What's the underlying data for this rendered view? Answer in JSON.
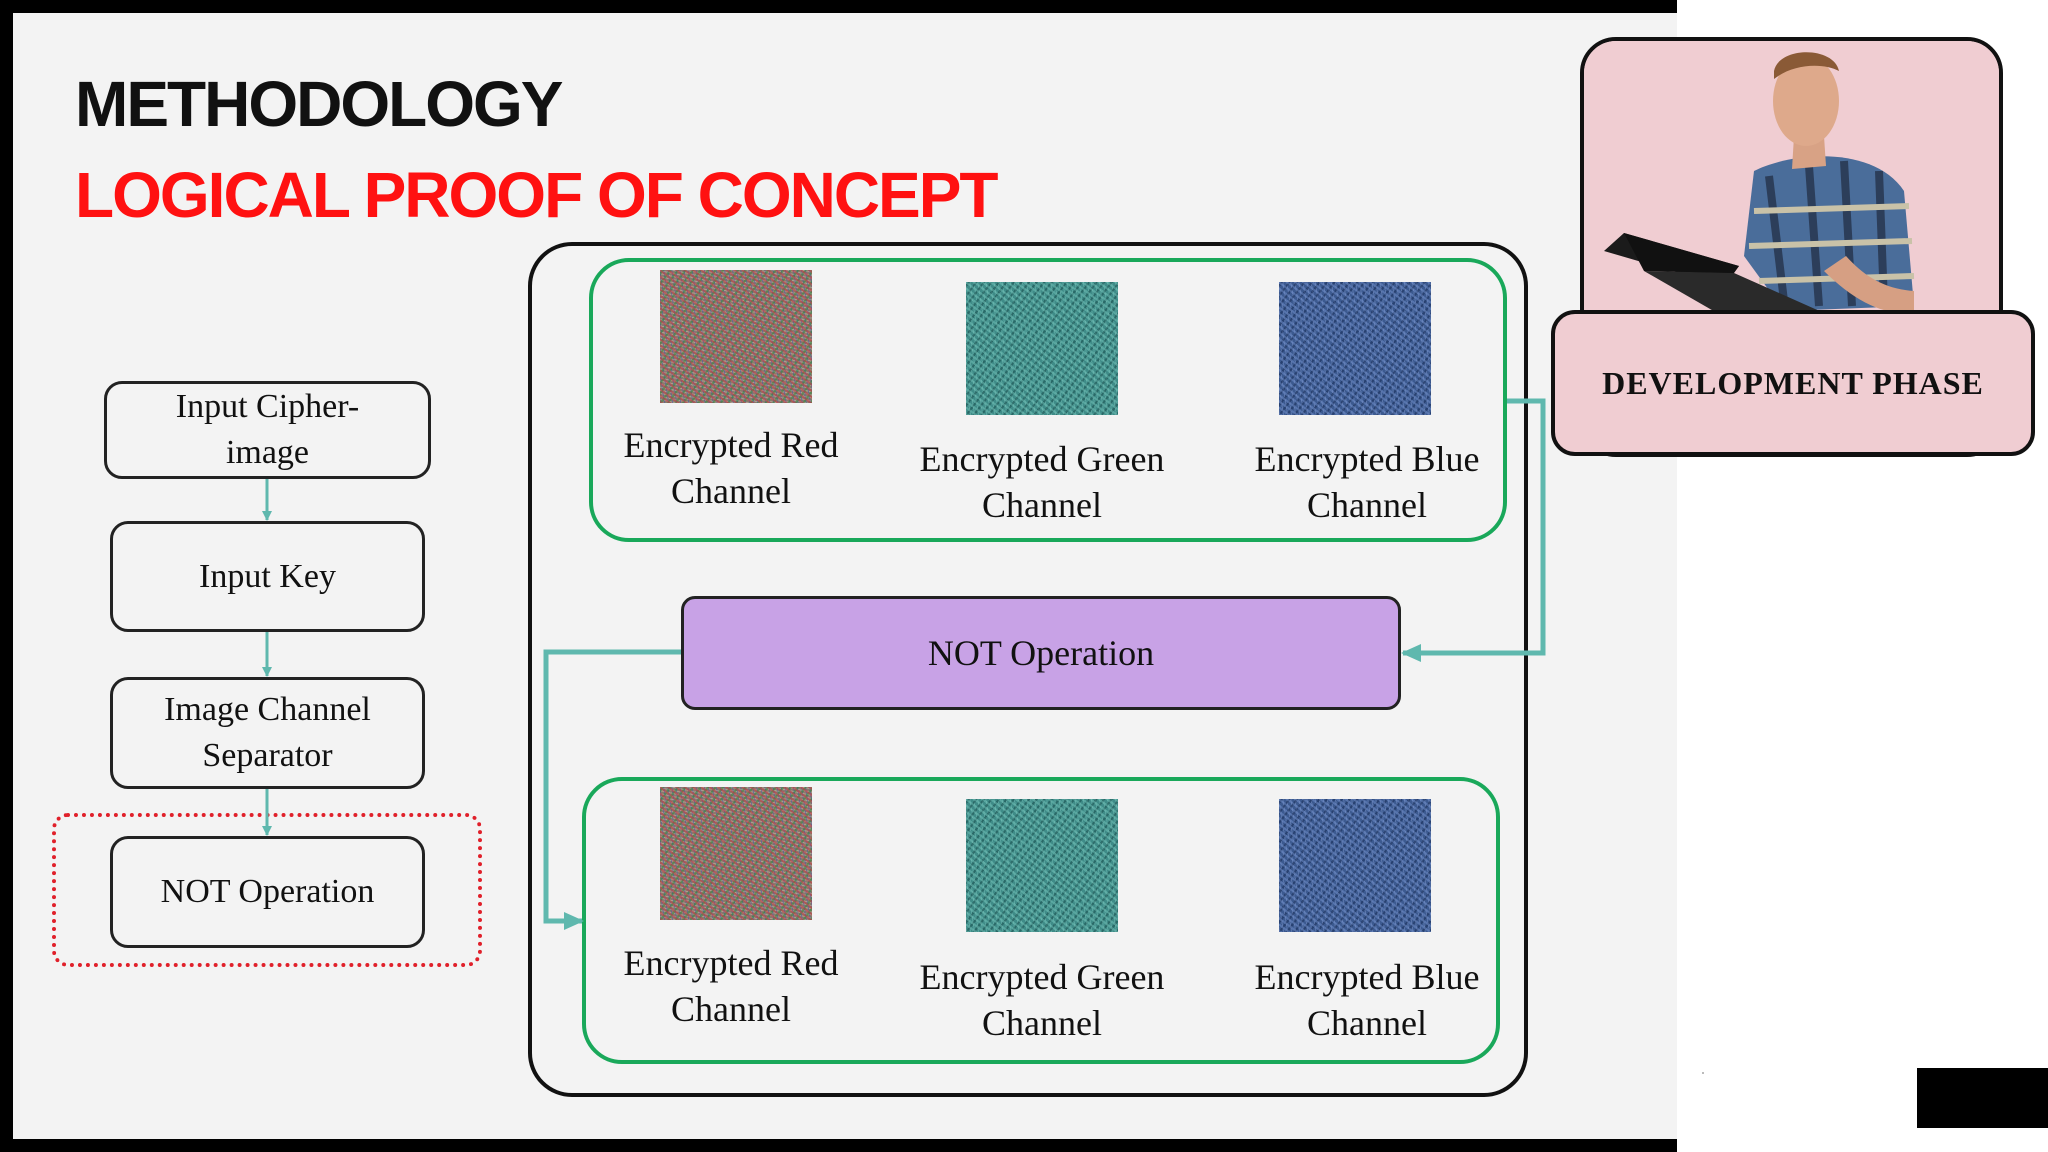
{
  "slide": {
    "title": "METHODOLOGY",
    "subtitle": "LOGICAL PROOF OF CONCEPT"
  },
  "flow": {
    "steps": [
      {
        "label": "Input Cipher-image"
      },
      {
        "label": "Input Key"
      },
      {
        "label": "Image Channel Separator"
      },
      {
        "label": "NOT Operation"
      }
    ]
  },
  "detail": {
    "top_group": [
      {
        "label": "Encrypted Red Channel"
      },
      {
        "label": "Encrypted Green Channel"
      },
      {
        "label": "Encrypted Blue Channel"
      }
    ],
    "operation": "NOT Operation",
    "bottom_group": [
      {
        "label": "Encrypted Red Channel"
      },
      {
        "label": "Encrypted Green Channel"
      },
      {
        "label": "Encrypted Blue Channel"
      }
    ]
  },
  "video_overlay": {
    "label": "DEVELOPMENT PHASE"
  },
  "colors": {
    "title": "#111111",
    "subtitle": "#ff1111",
    "group_border": "#19a85a",
    "arrow": "#5fb8ae",
    "operation_fill": "#c8a2e6",
    "highlight_dotted": "#e0202a",
    "video_bg": "#f0cdd2"
  },
  "icons": {
    "red_channel_image": "noise-texture-red",
    "green_channel_image": "noise-texture-green",
    "blue_channel_image": "noise-texture-blue",
    "presenter": "presenter-video"
  }
}
